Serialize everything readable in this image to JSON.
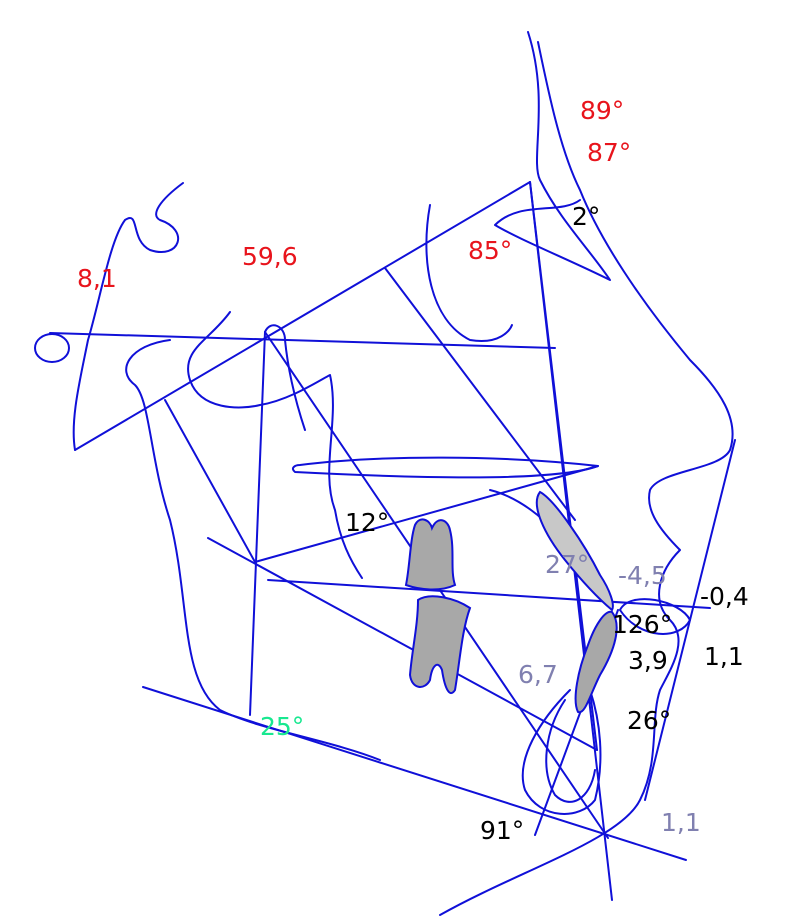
{
  "colors": {
    "tracing": "#1010d8",
    "red": "#e8141c",
    "black": "#000000",
    "gray": "#8080b0",
    "green": "#18e890"
  },
  "labels": {
    "a89": "89°",
    "a87": "87°",
    "a2": "2°",
    "a85": "85°",
    "v596": "59,6",
    "v81": "8,1",
    "a12": "12°",
    "a27": "27°",
    "vm45": "-4,5",
    "vm04": "-0,4",
    "a126": "126°",
    "v39": "3,9",
    "v11a": "1,1",
    "v67": "6,7",
    "a26": "26°",
    "a25": "25°",
    "a91": "91°",
    "v11b": "1,1"
  }
}
